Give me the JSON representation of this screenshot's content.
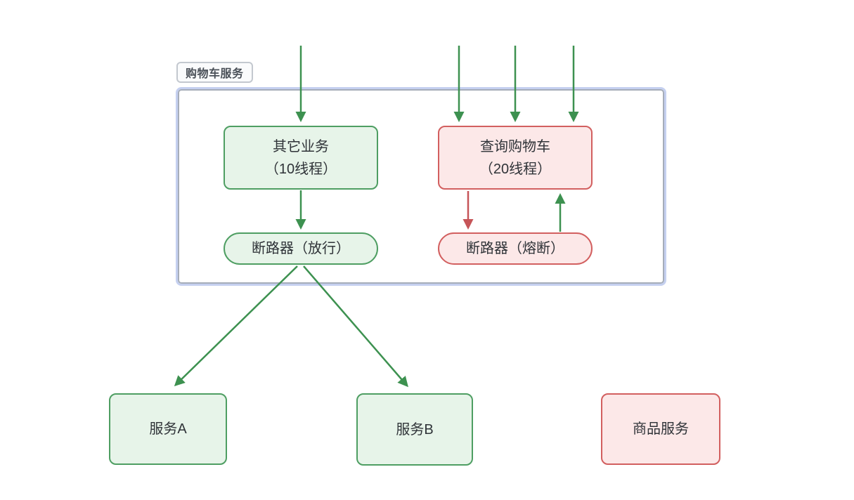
{
  "diagram": {
    "group_label": "购物车服务",
    "nodes": {
      "other_business": {
        "line1": "其它业务",
        "line2": "（10线程）"
      },
      "query_cart": {
        "line1": "查询购物车",
        "line2": "（20线程）"
      },
      "breaker_pass": {
        "label": "断路器（放行）"
      },
      "breaker_tripped": {
        "label": "断路器（熔断）"
      },
      "service_a": {
        "label": "服务A"
      },
      "service_b": {
        "label": "服务B"
      },
      "product_service": {
        "label": "商品服务"
      }
    },
    "colors": {
      "green_border": "#4e9e62",
      "green_fill": "#e7f4e9",
      "red_border": "#d25f5f",
      "red_fill": "#fce8e8",
      "arrow_green": "#3d9150",
      "arrow_red": "#c65558",
      "container_border": "#a6adb9",
      "container_glow": "#c5d0f0",
      "label_border": "#c3c8cf",
      "label_fill": "#fafbfc",
      "label_text": "#4a5058",
      "text": "#2f3338",
      "background": "#ffffff"
    }
  }
}
